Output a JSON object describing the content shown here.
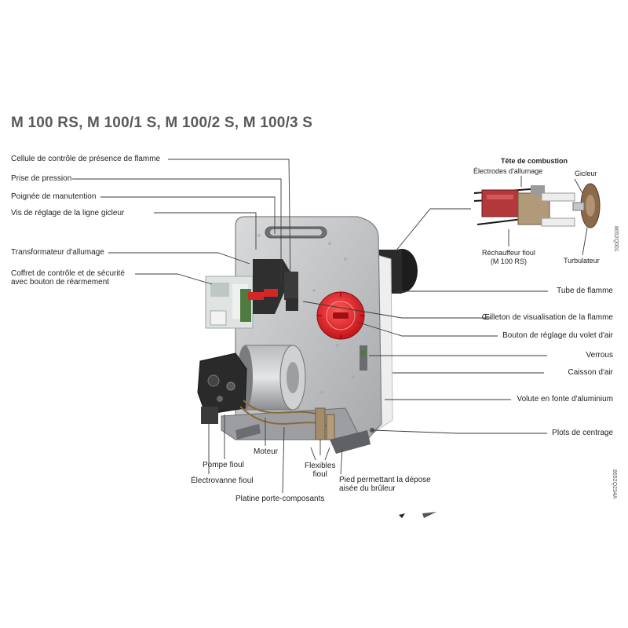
{
  "title": "M 100 RS, M 100/1 S, M 100/2 S, M 100/3 S",
  "left_labels": {
    "cellule": "Cellule de contrôle de présence de flamme",
    "prise": "Prise de pression",
    "poignee": "Poignée de manutention",
    "vis": "Vis de réglage de la ligne gicleur",
    "transfo": "Transformateur d'allumage",
    "coffret_1": "Coffret de contrôle et de sécurité",
    "coffret_2": "avec bouton de réarmement"
  },
  "right_labels": {
    "tube": "Tube de flamme",
    "oeilleton": "Œilleton de visualisation de la flamme",
    "bouton": "Bouton de réglage du volet d'air",
    "verrous": "Verrous",
    "caisson": "Caisson d'air",
    "volute": "Volute en fonte d'aluminium",
    "plots": "Plots de centrage"
  },
  "bottom_labels": {
    "pompe": "Pompe fioul",
    "electrovanne": "Électrovanne fioul",
    "moteur": "Moteur",
    "platine": "Platine porte-composants",
    "flexibles_1": "Flexibles",
    "flexibles_2": "fioul",
    "pied_1": "Pied permettant la dépose",
    "pied_2": "aisée du brûleur"
  },
  "inset": {
    "title": "Tête de combustion",
    "electrodes": "Électrodes d'allumage",
    "gicleur": "Gicleur",
    "rechauffeur_1": "Réchauffeur fioul",
    "rechauffeur_2": "(M 100 RS)",
    "turbulateur": "Turbulateur",
    "code": "8652Q001"
  },
  "figure_code": "8652Q234A",
  "colors": {
    "casing": "#c9cacc",
    "casing_dark": "#8e9093",
    "knob": "#e0262b",
    "leader": "#3a3a3a"
  }
}
